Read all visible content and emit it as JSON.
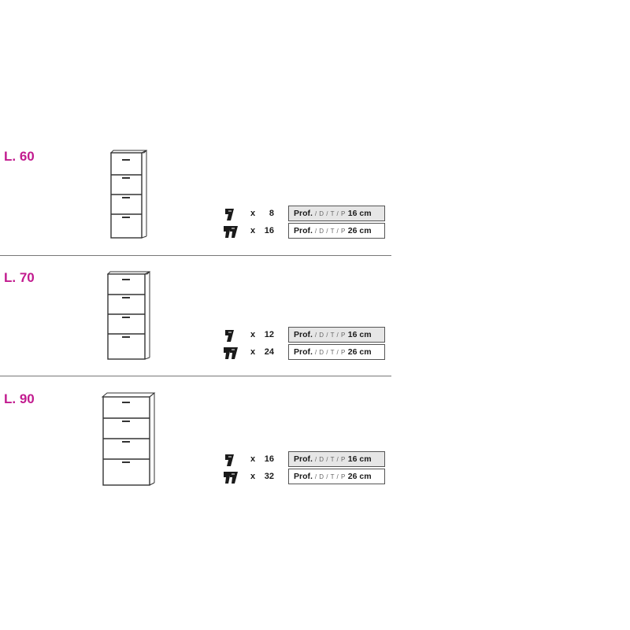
{
  "colors": {
    "accent": "#c21b8f",
    "line": "#333333",
    "shaded_box": "#e6e6e6"
  },
  "icons": {
    "pair": "single-shoe-icon",
    "pairs": "double-shoe-icon"
  },
  "sections": [
    {
      "label": "L. 60",
      "rows": [
        {
          "icon": "single-shoe-icon",
          "x": "x",
          "count": "8",
          "prof": "Prof.",
          "dtp": "/ D / T / P",
          "depth": "16 cm"
        },
        {
          "icon": "double-shoe-icon",
          "x": "x",
          "count": "16",
          "prof": "Prof.",
          "dtp": "/ D / T / P",
          "depth": "26 cm"
        }
      ]
    },
    {
      "label": "L. 70",
      "rows": [
        {
          "icon": "single-shoe-icon",
          "x": "x",
          "count": "12",
          "prof": "Prof.",
          "dtp": "/ D / T / P",
          "depth": "16 cm"
        },
        {
          "icon": "double-shoe-icon",
          "x": "x",
          "count": "24",
          "prof": "Prof.",
          "dtp": "/ D / T / P",
          "depth": "26 cm"
        }
      ]
    },
    {
      "label": "L. 90",
      "rows": [
        {
          "icon": "single-shoe-icon",
          "x": "x",
          "count": "16",
          "prof": "Prof.",
          "dtp": "/ D / T / P",
          "depth": "16 cm"
        },
        {
          "icon": "double-shoe-icon",
          "x": "x",
          "count": "32",
          "prof": "Prof.",
          "dtp": "/ D / T / P",
          "depth": "26 cm"
        }
      ]
    }
  ]
}
